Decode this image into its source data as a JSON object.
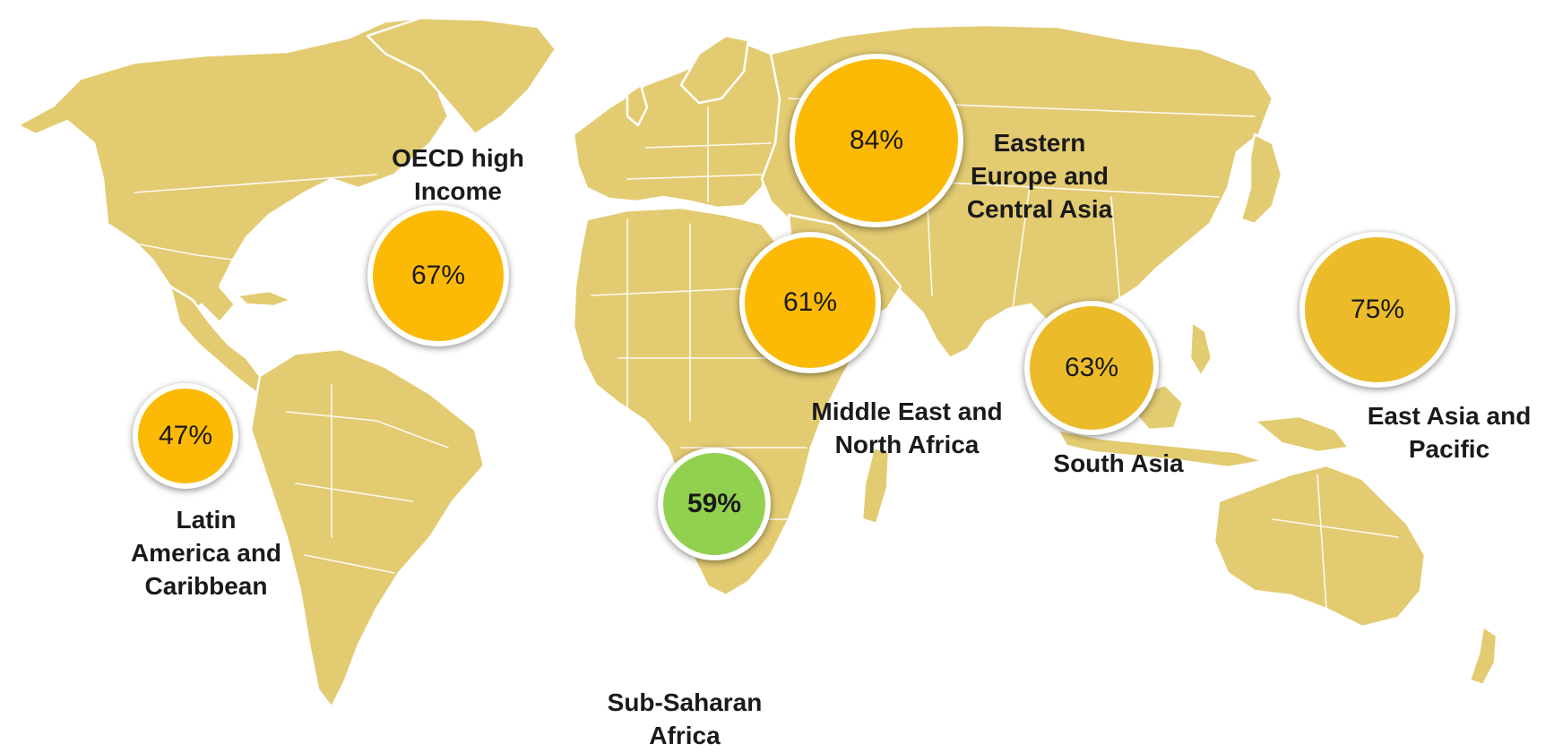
{
  "map": {
    "land_color": "#e3cb72",
    "border_color": "#ffffff"
  },
  "regions": [
    {
      "key": "oecd",
      "label_lines": [
        "OECD high",
        "Income"
      ],
      "value": "67%",
      "color": "#fcba06"
    },
    {
      "key": "eca",
      "label_lines": [
        "Eastern",
        "Europe and",
        "Central Asia"
      ],
      "value": "84%",
      "color": "#fcba06"
    },
    {
      "key": "mena",
      "label_lines": [
        "Middle East and",
        "North Africa"
      ],
      "value": "61%",
      "color": "#fcba06"
    },
    {
      "key": "sa",
      "label_lines": [
        "South Asia"
      ],
      "value": "63%",
      "color": "#ebbb2a"
    },
    {
      "key": "eap",
      "label_lines": [
        "East Asia and",
        "Pacific"
      ],
      "value": "75%",
      "color": "#ebbb2a"
    },
    {
      "key": "lac",
      "label_lines": [
        "Latin",
        "America and",
        "Caribbean"
      ],
      "value": "47%",
      "color": "#fcba06"
    },
    {
      "key": "ssa",
      "label_lines": [
        "Sub-Saharan",
        "Africa"
      ],
      "value": "59%",
      "color": "#92d050"
    }
  ]
}
